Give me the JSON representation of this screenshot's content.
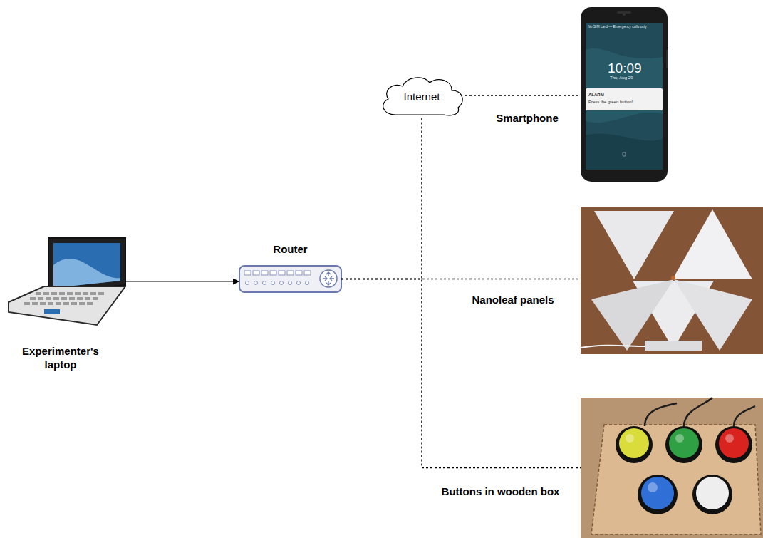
{
  "diagram": {
    "nodes": [
      {
        "text": [
          "Experimenter's laptop"
        ]
      },
      {
        "text": [
          "Router"
        ]
      },
      {
        "text": [
          "Internet"
        ]
      },
      {
        "text": [
          "Smartphone"
        ]
      },
      {
        "text": [
          "Nanoleaf panels"
        ]
      },
      {
        "text": [
          "Buttons in wooden box"
        ]
      }
    ],
    "edges": [
      {
        "from": 0,
        "to": 1,
        "arrow": "to"
      },
      {
        "from": 1,
        "to": 2,
        "arrow": "none"
      },
      {
        "from": 1,
        "to": 4,
        "arrow": "none"
      },
      {
        "from": 1,
        "to": 5,
        "arrow": "none"
      },
      {
        "from": 2,
        "to": 3,
        "arrow": "none"
      }
    ],
    "labels": [
      "No SIM card — Emergency calls only",
      "10:09",
      "Thu, Aug 29",
      "ALARM",
      "Press the green button!"
    ]
  }
}
